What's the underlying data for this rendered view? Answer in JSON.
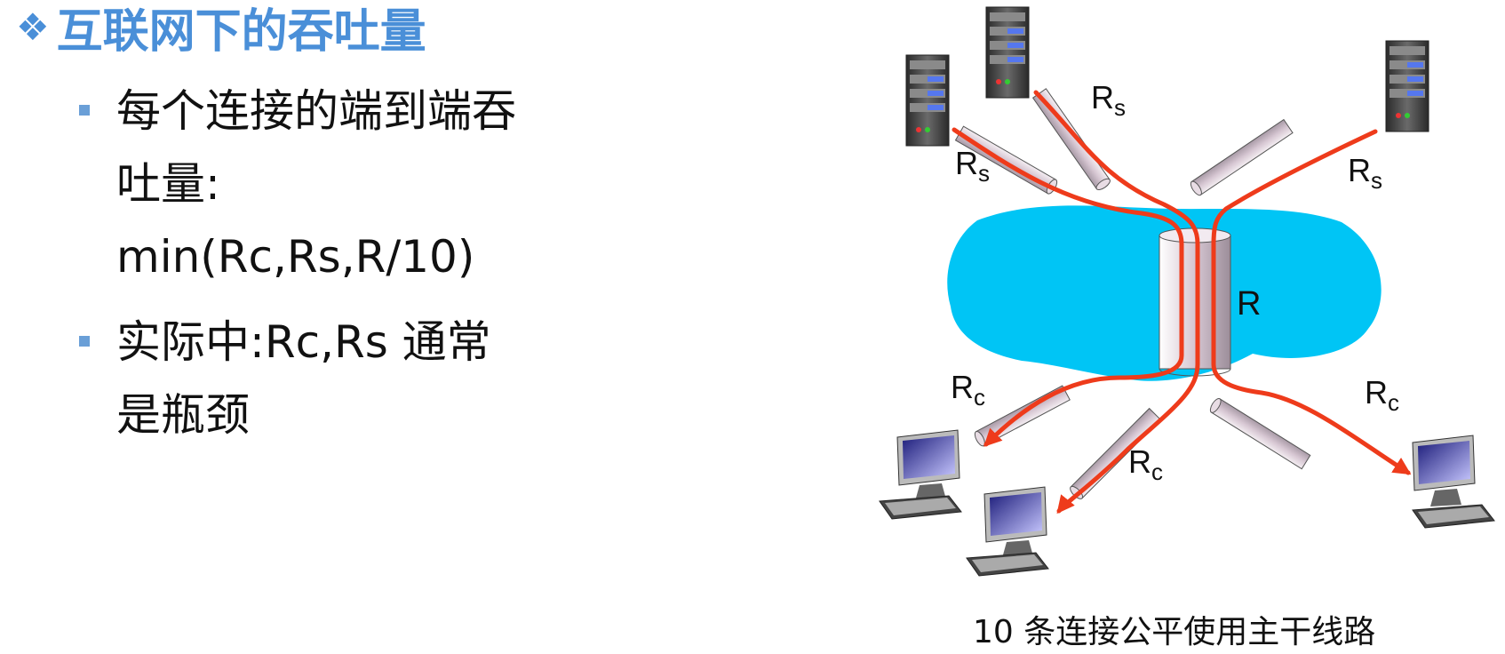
{
  "title": {
    "text": "互联网下的吞吐量"
  },
  "bullets": [
    {
      "lines": [
        "每个连接的端到端吞",
        "吐量:",
        "min(Rc,Rs,R/10)"
      ]
    },
    {
      "lines": [
        "实际中:Rc,Rs 通常",
        "是瓶颈"
      ]
    }
  ],
  "diagram": {
    "labels": {
      "server_links": [
        {
          "main": "R",
          "sub": "s"
        },
        {
          "main": "R",
          "sub": "s"
        },
        {
          "main": "R",
          "sub": "s"
        }
      ],
      "backbone": {
        "main": "R"
      },
      "client_links": [
        {
          "main": "R",
          "sub": "c"
        },
        {
          "main": "R",
          "sub": "c"
        },
        {
          "main": "R",
          "sub": "c"
        }
      ]
    },
    "caption": "10 条连接公平使用主干线路",
    "colors": {
      "cloud": "#00c5f5",
      "flow": "#ee3b1b",
      "pipe": "#d8c8d4",
      "title": "#4a8fd8"
    }
  }
}
